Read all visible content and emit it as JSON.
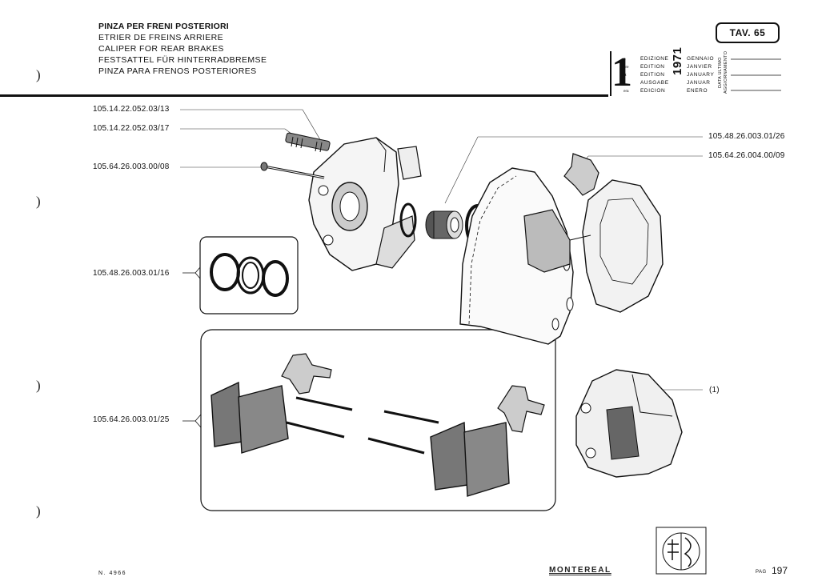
{
  "header": {
    "titles": [
      "PINZA PER FRENI POSTERIORI",
      "ETRIER DE FREINS ARRIERE",
      "CALIPER FOR REAR BRAKES",
      "FESTSATTEL FÜR HINTERRADBREMSE",
      "PINZA PARA FRENOS POSTERIORES"
    ],
    "table_label": "TAV. 65",
    "edition": {
      "number": "1",
      "ordinals": [
        "a",
        "ère",
        "st",
        "",
        "era"
      ],
      "words": [
        "EDIZIONE",
        "EDITION",
        "EDITION",
        "AUSGABE",
        "EDICION"
      ],
      "year": "1971",
      "months": [
        "GENNAIO",
        "JANVIER",
        "JANUARY",
        "JANUAR",
        "ENERO"
      ],
      "update_label_1": "DATA ULTIMO",
      "update_label_2": "AGGIORNAMENTO"
    }
  },
  "parts": {
    "p1": "105.14.22.052.03/13",
    "p2": "105.14.22.052.03/17",
    "p3": "105.64.26.003.00/08",
    "p4": "105.48.26.003.01/16",
    "p5": "105.64.26.003.01/25",
    "p6": "105.48.26.003.01/26",
    "p7": "105.64.26.004.00/09",
    "note1": "(1)"
  },
  "footer": {
    "drawing_number": "N. 4966",
    "brand": "MONTEREAL",
    "page_label": "PAG",
    "page_number": "197"
  }
}
